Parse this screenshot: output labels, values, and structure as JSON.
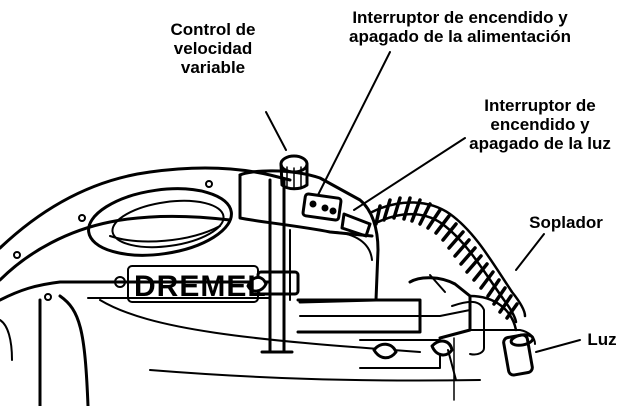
{
  "labels": {
    "speed": [
      "Control de",
      "velocidad",
      "variable"
    ],
    "power": [
      "Interruptor de encendido y",
      "apagado de la alimentación"
    ],
    "light_switch": [
      "Interruptor de",
      "encendido y",
      "apagado de la luz"
    ],
    "blower": "Soplador",
    "light": "Luz"
  },
  "brand": "DREMEL"
}
